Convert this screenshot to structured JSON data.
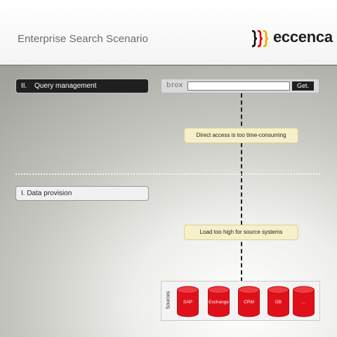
{
  "slide": {
    "title": "Enterprise Search Scenario"
  },
  "logo": {
    "name": "eccenca",
    "mark_colors": [
      "#111111",
      "#e3000f",
      "#f2a900"
    ]
  },
  "sections": {
    "query": {
      "number": "II.",
      "label": "Query management"
    },
    "data": {
      "label": "I.  Data provision"
    }
  },
  "search": {
    "brand": "brox",
    "query_value": "",
    "button_label": "Get."
  },
  "notes": {
    "access": "Direct access is too time-consuming",
    "load": "Load too high for source systems"
  },
  "sources": {
    "label": "Sources",
    "items": [
      {
        "name": "SAP"
      },
      {
        "name": "Exchange"
      },
      {
        "name": "CRM"
      },
      {
        "name": "DB"
      },
      {
        "name": "..."
      }
    ],
    "cylinder_color": "#e0101a"
  }
}
